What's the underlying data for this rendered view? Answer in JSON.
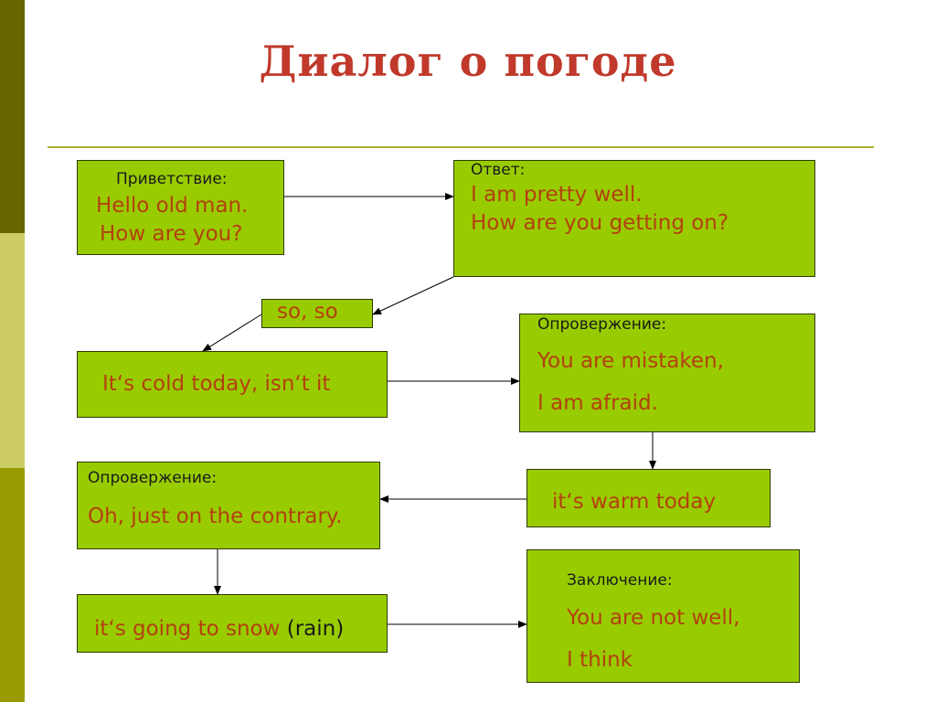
{
  "colors": {
    "title": "#c0392b",
    "box_fill": "#99cc00",
    "box_border": "#2d3a00",
    "reply_text": "#b3400f",
    "rule": "#b0b030",
    "sidebar_dark": "#666600",
    "sidebar_light": "#cccc66",
    "sidebar_mid": "#999900"
  },
  "title": "Диалог о погоде",
  "boxes": {
    "greeting": {
      "label": "Приветствие:",
      "line1": "Hello old man.",
      "line2": "How are you?"
    },
    "answer": {
      "label": "Ответ:",
      "line1": "I am pretty well.",
      "line2": "How are you getting on?"
    },
    "soso": {
      "text": "so, so"
    },
    "cold": {
      "text": "It‘s cold today, isn‘t it"
    },
    "objection1": {
      "label": "Опровержение:",
      "line1": "You are mistaken,",
      "line2": "I am afraid."
    },
    "warm": {
      "text": "it‘s warm today"
    },
    "objection2": {
      "label": "Опровержение:",
      "line1": "Oh, just on the contrary."
    },
    "snow": {
      "text": "it‘s going to snow ",
      "suffix": "(rain)"
    },
    "conclusion": {
      "label": "Заключение:",
      "line1": "You are not well,",
      "line2": "I think"
    }
  }
}
